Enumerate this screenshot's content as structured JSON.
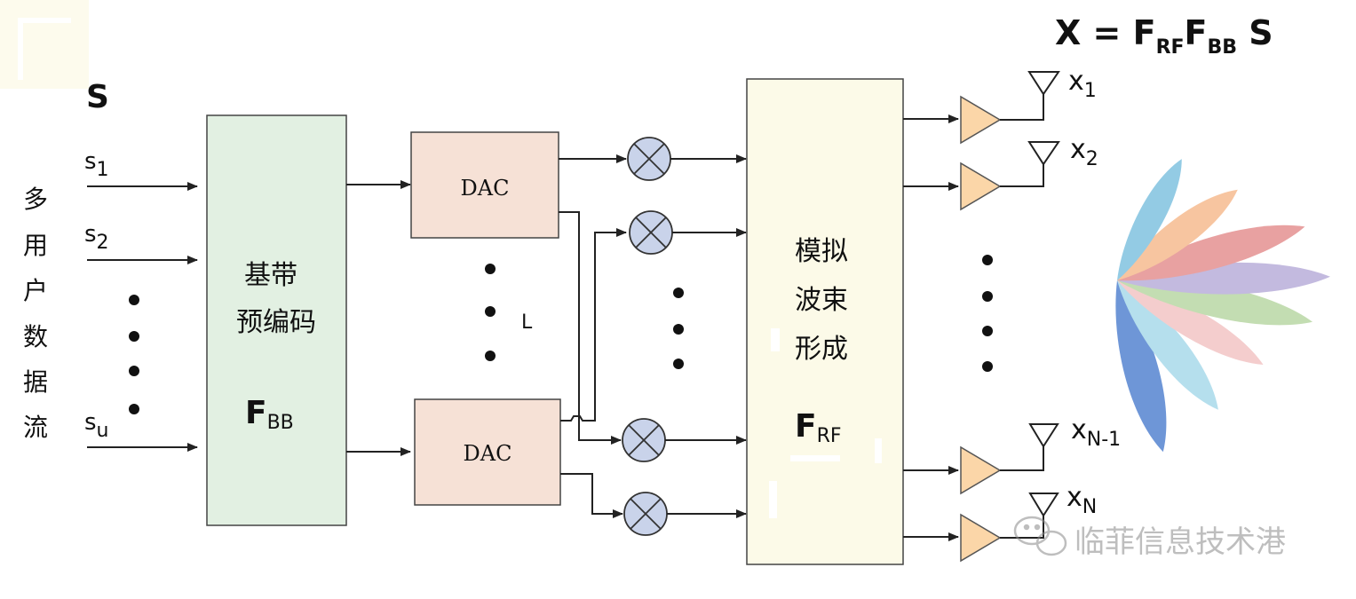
{
  "formula": {
    "main": "X = F",
    "sub1": "RF",
    "mid": "F",
    "sub2": "BB",
    "tail": " S"
  },
  "input_vector": {
    "label": "S"
  },
  "vertical_label": [
    "多",
    "用",
    "户",
    "数",
    "据",
    "流"
  ],
  "inputs": [
    {
      "base": "s",
      "sub": "1"
    },
    {
      "base": "s",
      "sub": "2"
    },
    {
      "base": "s",
      "sub": "u"
    }
  ],
  "baseband": {
    "line1": "基带",
    "line2": "预编码",
    "symbol": "F",
    "symbol_sub": "BB"
  },
  "dac": {
    "top": "DAC",
    "bottom": "DAC",
    "count_label": "L"
  },
  "analog": {
    "line1": "模拟",
    "line2": "波束",
    "line3": "形成",
    "symbol": "F",
    "symbol_sub": "RF"
  },
  "outputs": [
    {
      "base": "x",
      "sub": "1"
    },
    {
      "base": "x",
      "sub": "2"
    },
    {
      "base": "x",
      "sub": "N-1"
    },
    {
      "base": "x",
      "sub": "N"
    }
  ],
  "watermark": "临菲信息技术港",
  "colors": {
    "baseband_fill": "#e2f0e2",
    "dac_fill": "#f6e1d6",
    "analog_fill": "#fcfae8",
    "amp_fill": "#fbd6a8",
    "mixer_fill": "#c9d3ea",
    "lines": "#222222"
  },
  "beam_colors": [
    "#4f7fcf",
    "#7cc0df",
    "#b7d6a2",
    "#b6acd8",
    "#f6b98c",
    "#e48d8d",
    "#f2c3c3",
    "#a6d8ea"
  ]
}
